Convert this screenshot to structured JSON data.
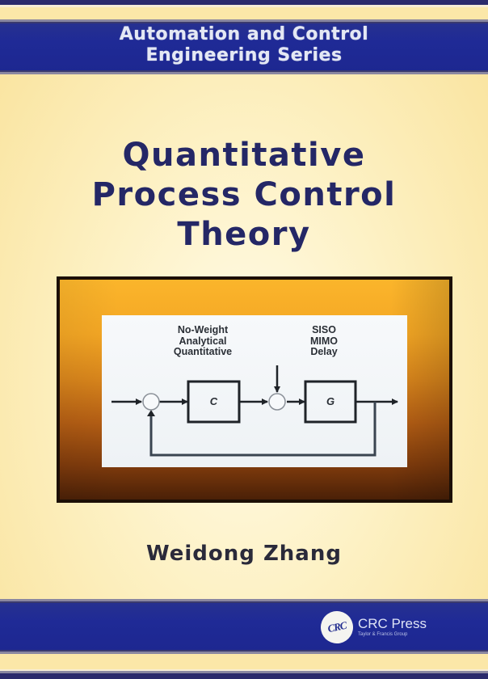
{
  "cover": {
    "series": {
      "line1": "Automation and Control",
      "line2": "Engineering Series"
    },
    "title": {
      "line1": "Quantitative",
      "line2": "Process Control",
      "line3": "Theory"
    },
    "diagram": {
      "controller_labels": [
        "No-Weight",
        "Analytical",
        "Quantitative"
      ],
      "plant_labels": [
        "SISO",
        "MIMO",
        "Delay"
      ],
      "controller_block": "C",
      "plant_block": "G"
    },
    "author": "Weidong Zhang",
    "publisher": {
      "logo_text": "CRC",
      "name": "CRC Press",
      "tagline": "Taylor & Francis Group"
    },
    "colors": {
      "band_blue": "#1f2a96",
      "navy_edge": "#2b2a6b",
      "cream": "#fbe7a8",
      "title_navy": "#242766",
      "frame_orange": "#f3a624",
      "frame_brown": "#4a2007"
    }
  }
}
